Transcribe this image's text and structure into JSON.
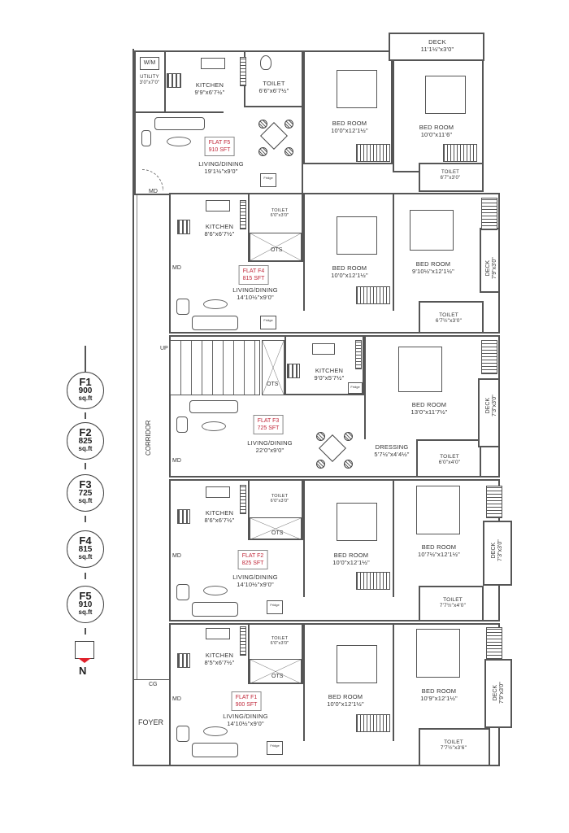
{
  "legend": {
    "flats": [
      {
        "id": "F1",
        "area": "900",
        "unit": "sq.ft"
      },
      {
        "id": "F2",
        "area": "825",
        "unit": "sq.ft"
      },
      {
        "id": "F3",
        "area": "725",
        "unit": "sq.ft"
      },
      {
        "id": "F4",
        "area": "815",
        "unit": "sq.ft"
      },
      {
        "id": "F5",
        "area": "910",
        "unit": "sq.ft"
      }
    ],
    "north_label": "N",
    "north_color": "#e0202a"
  },
  "common": {
    "corridor": "CORRIDOR",
    "foyer": "FOYER",
    "cg": "CG",
    "up": "UP",
    "md": "MD",
    "ots": "OTS",
    "fridge": "Fridge"
  },
  "flat5": {
    "badge": [
      "FLAT F5",
      "910 SFT"
    ],
    "wm": "W/M",
    "utility": {
      "name": "UTILITY",
      "size": "3'0\"x7'0\""
    },
    "kitchen": {
      "name": "KITCHEN",
      "size": "9'9\"x6'7½\""
    },
    "toilet1": {
      "name": "TOILET",
      "size": "6'6\"x6'7½\""
    },
    "living": {
      "name": "LIVING/DINING",
      "size": "19'1½\"x9'0\""
    },
    "bed1": {
      "name": "BED ROOM",
      "size": "10'0\"x12'1½\""
    },
    "bed2": {
      "name": "BED ROOM",
      "size": "10'0\"x11'6\""
    },
    "deck": {
      "name": "DECK",
      "size": "11'1½\"x3'0\""
    },
    "toilet2": {
      "name": "TOILET",
      "size": "6'7\"x3'0\""
    }
  },
  "flat4": {
    "badge": [
      "FLAT F4",
      "815 SFT"
    ],
    "kitchen": {
      "name": "KITCHEN",
      "size": "8'6\"x6'7½\""
    },
    "toilet1": {
      "name": "TOILET",
      "size": "6'0\"x3'0\""
    },
    "living": {
      "name": "LIVING/DINING",
      "size": "14'10½\"x9'0\""
    },
    "bed1": {
      "name": "BED ROOM",
      "size": "10'0\"x12'1½\""
    },
    "bed2": {
      "name": "BED ROOM",
      "size": "9'10½\"x12'1½\""
    },
    "deck": {
      "name": "DECK",
      "size": "7'9\"x3'0\""
    },
    "toilet2": {
      "name": "TOILET",
      "size": "6'7½\"x3'0\""
    }
  },
  "flat3": {
    "badge": [
      "FLAT F3",
      "725 SFT"
    ],
    "kitchen": {
      "name": "KITCHEN",
      "size": "9'0\"x5'7½\""
    },
    "living": {
      "name": "LIVING/DINING",
      "size": "22'0\"x9'0\""
    },
    "bed1": {
      "name": "BED ROOM",
      "size": "13'0\"x11'7½\""
    },
    "dressing": {
      "name": "DRESSING",
      "size": "5'7½\"x4'4½\""
    },
    "deck": {
      "name": "DECK",
      "size": "7'3\"x3'0\""
    },
    "toilet": {
      "name": "TOILET",
      "size": "6'0\"x4'0\""
    }
  },
  "flat2": {
    "badge": [
      "FLAT F2",
      "825 SFT"
    ],
    "kitchen": {
      "name": "KITCHEN",
      "size": "8'6\"x6'7½\""
    },
    "toilet1": {
      "name": "TOILET",
      "size": "6'0\"x3'0\""
    },
    "living": {
      "name": "LIVING/DINING",
      "size": "14'10½\"x9'0\""
    },
    "bed1": {
      "name": "BED ROOM",
      "size": "10'0\"x12'1½\""
    },
    "bed2": {
      "name": "BED ROOM",
      "size": "10'7½\"x12'1½\""
    },
    "deck": {
      "name": "DECK",
      "size": "7'3\"x3'0\""
    },
    "toilet2": {
      "name": "TOILET",
      "size": "7'7½\"x4'0\""
    }
  },
  "flat1": {
    "badge": [
      "FLAT F1",
      "900 SFT"
    ],
    "kitchen": {
      "name": "KITCHEN",
      "size": "8'5\"x6'7½\""
    },
    "toilet1": {
      "name": "TOILET",
      "size": "6'0\"x3'0\""
    },
    "living": {
      "name": "LIVING/DINING",
      "size": "14'10½\"x9'0\""
    },
    "bed1": {
      "name": "BED ROOM",
      "size": "10'0\"x12'1½\""
    },
    "bed2": {
      "name": "BED ROOM",
      "size": "10'9\"x12'1½\""
    },
    "deck": {
      "name": "DECK",
      "size": "7'9\"x3'0\""
    },
    "toilet2": {
      "name": "TOILET",
      "size": "7'7½\"x3'6\""
    }
  }
}
